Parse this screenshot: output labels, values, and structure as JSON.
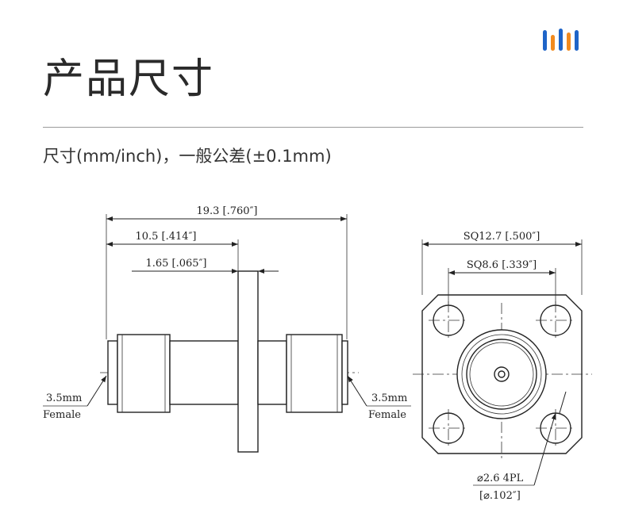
{
  "header": {
    "title": "产品尺寸",
    "subtitle": "尺寸(mm/inch)，一般公差(±0.1mm)",
    "brand_colors": [
      "#1e64c8",
      "#f28a1e",
      "#1e64c8",
      "#f28a1e",
      "#1e64c8"
    ]
  },
  "side_view": {
    "overall_length": "19.3 [.760″]",
    "flange_position": "10.5 [.414″]",
    "flange_thickness": "1.65 [.065″]",
    "left_port_size": "3.5mm",
    "left_port_gender": "Female",
    "right_port_size": "3.5mm",
    "right_port_gender": "Female"
  },
  "front_view": {
    "flange_square": "SQ12.7 [.500″]",
    "hole_spacing": "SQ8.6 [.339″]",
    "hole_diameter": "⌀2.6 4PL",
    "hole_diameter_inch": "[⌀.102″]"
  }
}
